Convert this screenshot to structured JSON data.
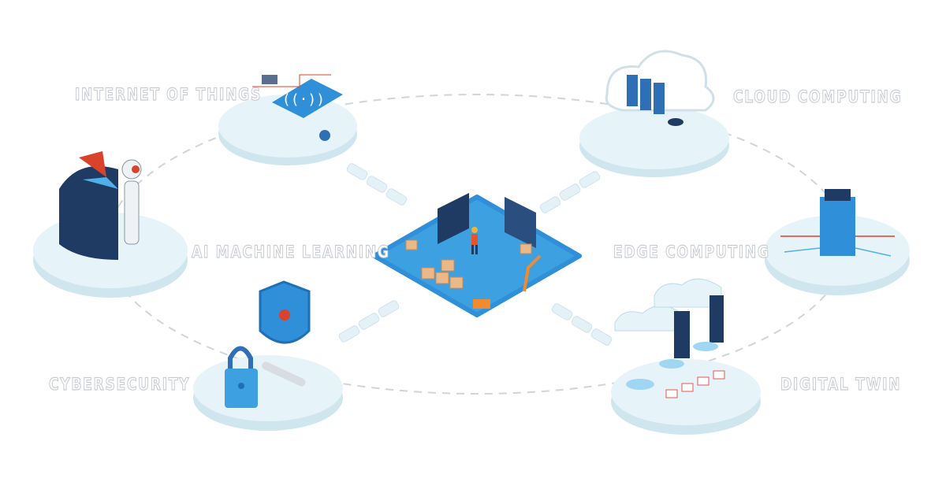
{
  "labels": {
    "iot": "INTERNET OF THINGS",
    "cloud": "CLOUD COMPUTING",
    "ai": "AI MACHINE LEARNING",
    "edge": "EDGE COMPUTING",
    "cyber": "CYBERSECURITY",
    "twin": "DIGITAL TWIN"
  },
  "colors": {
    "platform": "#e6f3f8",
    "platform_side": "#cfe6ef",
    "accent_blue": "#2f8fd8",
    "navy": "#1f3b63",
    "red": "#d9432b",
    "orange": "#f28a2e",
    "label_outline": "#c9cdd3",
    "dash": "#cfd5da"
  }
}
